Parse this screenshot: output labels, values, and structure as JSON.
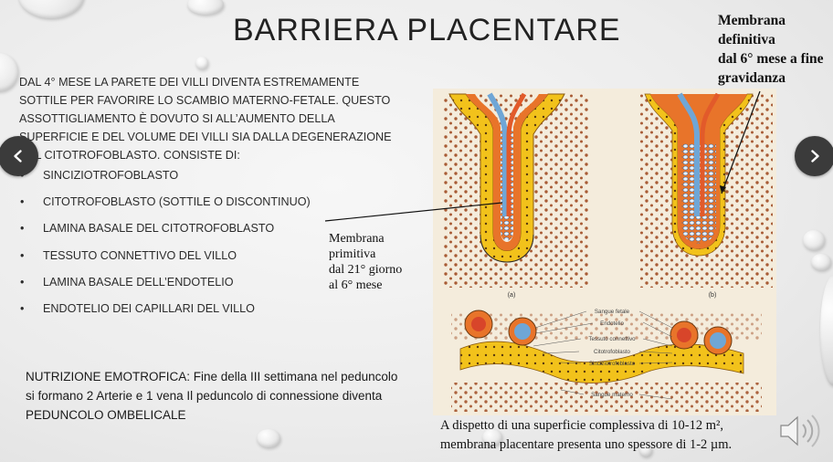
{
  "slide": {
    "title": "BARRIERA PLACENTARE",
    "intro": "DAL 4° MESE LA PARETE DEI VILLI DIVENTA ESTREMAMENTE SOTTILE PER FAVORIRE LO SCAMBIO MATERNO-FETALE. QUESTO ASSOTTIGLIAMENTO È DOVUTO SI ALL’AUMENTO DELLA SUPERFICIE E DEL VOLUME DEI VILLI SIA DALLA DEGENERAZIONE DEL CITOTROFOBLASTO. CONSISTE DI:",
    "bullet_char": "•",
    "layers": [
      "SINCIZIOTROFOBLASTO",
      "CITOTROFOBLASTO (SOTTILE O DISCONTINUO)",
      "LAMINA BASALE DEL CITOTROFOBLASTO",
      "TESSUTO CONNETTIVO DEL VILLO",
      "LAMINA BASALE DELL’ENDOTELIO",
      "ENDOTELIO DEI CAPILLARI DEL VILLO"
    ],
    "nutrition": "NUTRIZIONE EMOTROFICA: Fine della III settimana nel peduncolo si formano 2 Arterie e 1 vena Il peduncolo di connessione diventa PEDUNCOLO OMBELICALE",
    "label_definitive": [
      "Membrana",
      "definitiva",
      "dal 6° mese a fine",
      "gravidanza"
    ],
    "label_primitive": [
      "Membrana",
      "primitiva",
      "dal 21° giorno",
      "al 6° mese"
    ],
    "caption": [
      "A dispetto di una superficie complessiva di 10-12 m²,",
      "membrana placentare presenta  uno spessore di 1-2 µm."
    ],
    "figure": {
      "panel_a": "(a)",
      "panel_b": "(b)",
      "legend": [
        "Sangue fetale",
        "Endotelio",
        "Tessuto connettivo",
        "Citotrofoblasto",
        "Sinciziotrofoblasto",
        "Sangue materno"
      ]
    }
  },
  "nav": {
    "prev_icon": "chevron-left-icon",
    "next_icon": "chevron-right-icon",
    "audio_icon": "speaker-icon"
  },
  "colors": {
    "syncytio": "#f2c21b",
    "cyto": "#e8742a",
    "fetal_vessel": "#6fa6d6",
    "maternal_dots": "#a4542c",
    "nav_button": "#3b3b3b"
  }
}
